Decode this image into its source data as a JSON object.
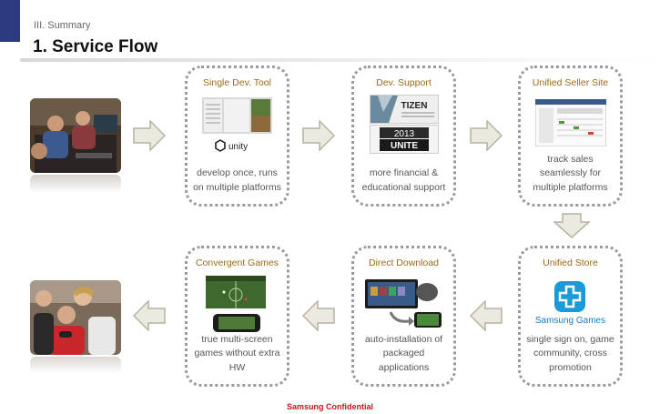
{
  "header": {
    "section": "III. Summary",
    "title": "1. Service Flow"
  },
  "steps": [
    {
      "title": "Single Dev. Tool",
      "desc": "develop once, runs on multiple platforms",
      "logo": "unity"
    },
    {
      "title": "Dev. Support",
      "desc": "more financial & educational support",
      "logo_top": "TIZEN",
      "logo_bottom": "UNITE",
      "logo_year": "2013"
    },
    {
      "title": "Unified Seller Site",
      "desc": "track sales seamlessly for multiple platforms"
    },
    {
      "title": "Unified Store",
      "desc": "single sign on, game community, cross promotion",
      "logo": "Samsung Games"
    },
    {
      "title": "Direct Download",
      "desc": "auto-installation of packaged applications"
    },
    {
      "title": "Convergent Games",
      "desc": "true multi-screen games without extra HW"
    }
  ],
  "footer": {
    "confidential": "Samsung Confidential"
  },
  "colors": {
    "accent_title": "#9b6a1a",
    "corner_block": "#2e3a80",
    "confidential": "#c4161c",
    "arrow_fill": "#ece9df",
    "arrow_stroke": "#b5b1a3"
  },
  "icons": [
    "developers-photo",
    "gamers-photo",
    "unity-screenshot",
    "seller-site-screenshot",
    "samsung-games-icon",
    "tv-download-icon",
    "multi-screen-icon"
  ]
}
